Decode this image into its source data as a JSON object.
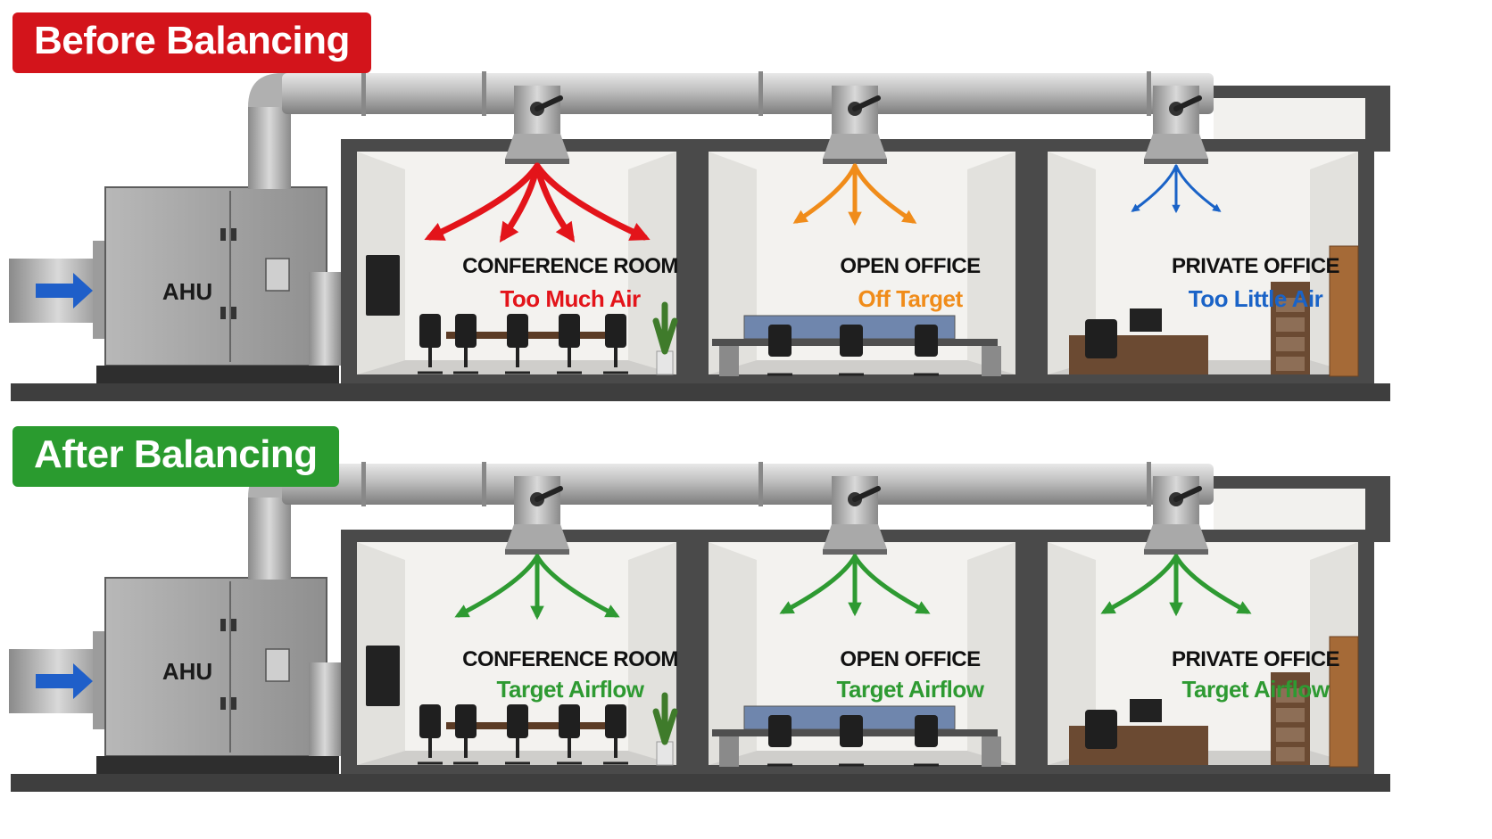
{
  "colors": {
    "before_badge": "#d3141b",
    "after_badge": "#2a9b2f",
    "too_much": "#e3141a",
    "off_target": "#f08c1a",
    "too_little": "#1a63c7",
    "target": "#2e9a32",
    "supply_arrow": "#1f5fc9"
  },
  "before": {
    "badge": "Before Balancing",
    "ahu_label": "AHU",
    "rooms": [
      {
        "title": "CONFERENCE ROOM",
        "status": "Too Much Air",
        "status_color": "#e3141a"
      },
      {
        "title": "OPEN OFFICE",
        "status": "Off Target",
        "status_color": "#f08c1a"
      },
      {
        "title": "PRIVATE OFFICE",
        "status": "Too Little Air",
        "status_color": "#1a63c7"
      }
    ]
  },
  "after": {
    "badge": "After Balancing",
    "ahu_label": "AHU",
    "rooms": [
      {
        "title": "CONFERENCE ROOM",
        "status": "Target Airflow",
        "status_color": "#2e9a32"
      },
      {
        "title": "OPEN OFFICE",
        "status": "Target Airflow",
        "status_color": "#2e9a32"
      },
      {
        "title": "PRIVATE OFFICE",
        "status": "Target Airflow",
        "status_color": "#2e9a32"
      }
    ]
  },
  "icons": {
    "ahu": "air-handling-unit-icon",
    "duct": "supply-duct-icon",
    "diffuser": "ceiling-diffuser-damper-icon",
    "airflow": "airflow-arrows-icon"
  }
}
